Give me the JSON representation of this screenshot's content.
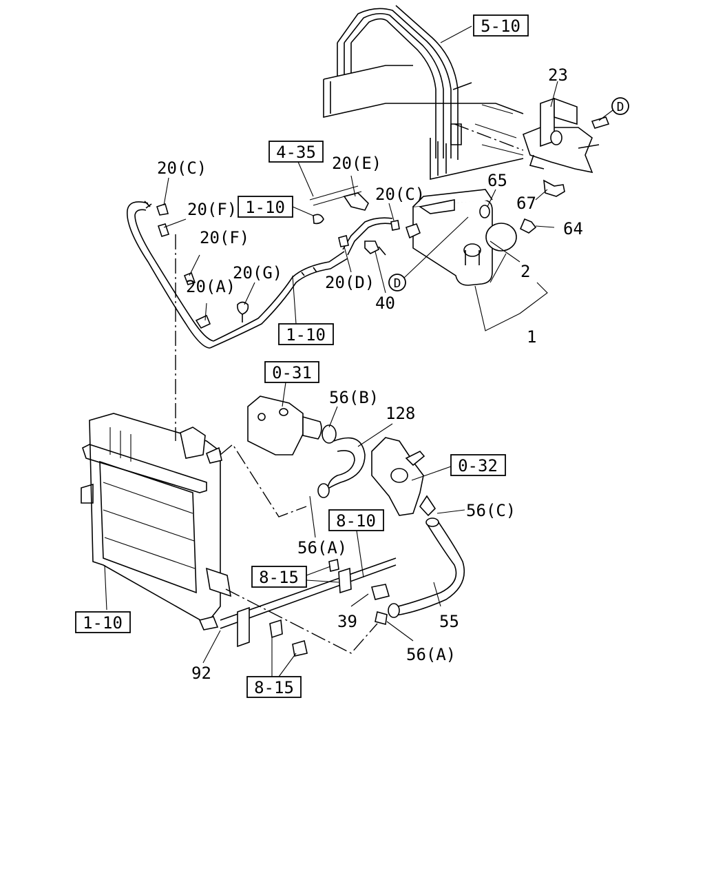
{
  "boxed_refs": [
    {
      "id": "ref-5-10",
      "text": "5-10"
    },
    {
      "id": "ref-4-35",
      "text": "4-35"
    },
    {
      "id": "ref-1-10-a",
      "text": "1-10"
    },
    {
      "id": "ref-1-10-b",
      "text": "1-10"
    },
    {
      "id": "ref-0-31",
      "text": "0-31"
    },
    {
      "id": "ref-0-32",
      "text": "0-32"
    },
    {
      "id": "ref-8-10",
      "text": "8-10"
    },
    {
      "id": "ref-8-15-a",
      "text": "8-15"
    },
    {
      "id": "ref-1-10-c",
      "text": "1-10"
    },
    {
      "id": "ref-8-15-b",
      "text": "8-15"
    }
  ],
  "callouts": [
    {
      "id": "c23",
      "text": "23"
    },
    {
      "id": "c20c-a",
      "text": "20(C)"
    },
    {
      "id": "c20e",
      "text": "20(E)"
    },
    {
      "id": "c65",
      "text": "65"
    },
    {
      "id": "c20c-b",
      "text": "20(C)"
    },
    {
      "id": "c67",
      "text": "67"
    },
    {
      "id": "c20f-a",
      "text": "20(F)"
    },
    {
      "id": "c64",
      "text": "64"
    },
    {
      "id": "c20f-b",
      "text": "20(F)"
    },
    {
      "id": "c20g",
      "text": "20(G)"
    },
    {
      "id": "c2",
      "text": "2"
    },
    {
      "id": "c20a",
      "text": "20(A)"
    },
    {
      "id": "c20d",
      "text": "20(D)"
    },
    {
      "id": "c40",
      "text": "40"
    },
    {
      "id": "c1",
      "text": "1"
    },
    {
      "id": "c56b",
      "text": "56(B)"
    },
    {
      "id": "c128",
      "text": "128"
    },
    {
      "id": "c56c",
      "text": "56(C)"
    },
    {
      "id": "c56a-a",
      "text": "56(A)"
    },
    {
      "id": "c39",
      "text": "39"
    },
    {
      "id": "c55",
      "text": "55"
    },
    {
      "id": "c56a-b",
      "text": "56(A)"
    },
    {
      "id": "c92",
      "text": "92"
    }
  ],
  "connection_markers": [
    {
      "id": "marker-d-top",
      "text": "D"
    },
    {
      "id": "marker-d-tank",
      "text": "D"
    }
  ]
}
